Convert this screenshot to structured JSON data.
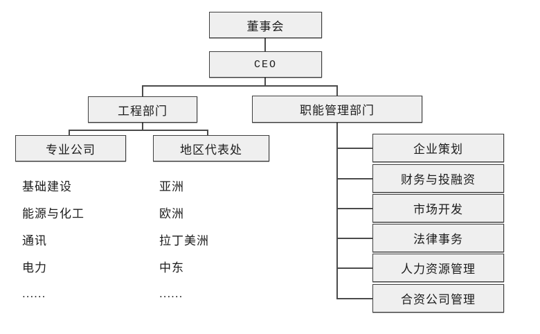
{
  "chart": {
    "type": "org-chart",
    "nodes": {
      "board": {
        "label": "董事会"
      },
      "ceo": {
        "label": "CEO"
      },
      "engineering": {
        "label": "工程部门"
      },
      "functional": {
        "label": "职能管理部门"
      },
      "professional": {
        "label": "专业公司"
      },
      "regional": {
        "label": "地区代表处"
      }
    },
    "functional_departments": [
      "企业策划",
      "财务与投融资",
      "市场开发",
      "法律事务",
      "人力资源管理",
      "合资公司管理"
    ],
    "professional_items": [
      "基础建设",
      "能源与化工",
      "通讯",
      "电力",
      "......"
    ],
    "regional_items": [
      "亚洲",
      "欧洲",
      "拉丁美洲",
      "中东",
      "......"
    ]
  },
  "colors": {
    "box_fill": "#efefef",
    "box_border": "#3d3d3d",
    "line": "#4a4a4a",
    "text": "#1b1b1b",
    "background": "#ffffff"
  }
}
